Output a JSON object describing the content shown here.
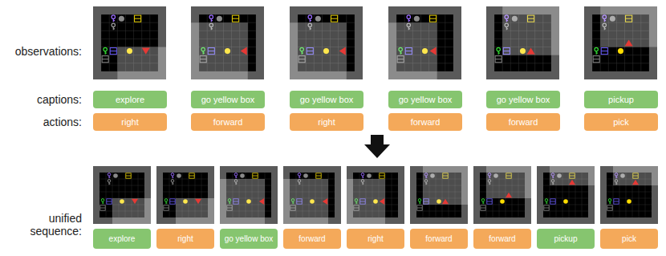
{
  "diagram": {
    "nodes": [
      {
        "text": [
          "explore"
        ]
      },
      {
        "text": [
          "go yellow box"
        ]
      },
      {
        "text": [
          "go yellow box"
        ]
      },
      {
        "text": [
          "go yellow box"
        ]
      },
      {
        "text": [
          "go yellow box"
        ]
      },
      {
        "text": [
          "pickup"
        ]
      },
      {
        "text": [
          "right"
        ]
      },
      {
        "text": [
          "forward"
        ]
      },
      {
        "text": [
          "right"
        ]
      },
      {
        "text": [
          "forward"
        ]
      },
      {
        "text": [
          "forward"
        ]
      },
      {
        "text": [
          "pick"
        ]
      },
      {
        "text": [
          "explore"
        ]
      },
      {
        "text": [
          "right"
        ]
      },
      {
        "text": [
          "go yellow box"
        ]
      },
      {
        "text": [
          "forward"
        ]
      },
      {
        "text": [
          "right"
        ]
      },
      {
        "text": [
          "forward"
        ]
      },
      {
        "text": [
          "forward"
        ]
      },
      {
        "text": [
          "pickup"
        ]
      },
      {
        "text": [
          "pick"
        ]
      }
    ],
    "labels": [
      "observations:",
      "captions:",
      "actions:",
      "unified sequence:"
    ]
  }
}
